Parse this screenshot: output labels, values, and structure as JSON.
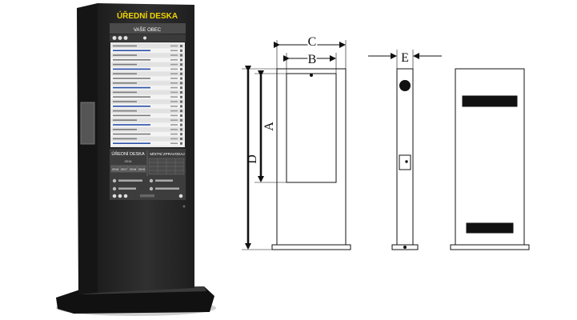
{
  "colors": {
    "kiosk_body": "#2b2b2b",
    "kiosk_side": "#1c1c1c",
    "screen_header": "#3a3a3a",
    "brand_yellow": "#f2d400",
    "screen_bg": "#e9e9e9",
    "footer_panel": "#3d3d3d",
    "drawing_line": "#111111"
  },
  "kiosk": {
    "brand_title": "ÚŘEDNÍ DESKA",
    "municipality_label": "VAŠE OBEC",
    "footer": {
      "left_heading": "ÚŘEDNÍ DESKA",
      "right_heading": "MÍSTNÍ ZPRAVODAJ",
      "year": "2014",
      "years": [
        "2016",
        "2017",
        "2018",
        "2019"
      ]
    }
  },
  "drawing": {
    "dimension_labels": {
      "width_outer": "C",
      "width_screen": "B",
      "height_screen": "A",
      "height_total": "D",
      "depth": "E"
    }
  }
}
